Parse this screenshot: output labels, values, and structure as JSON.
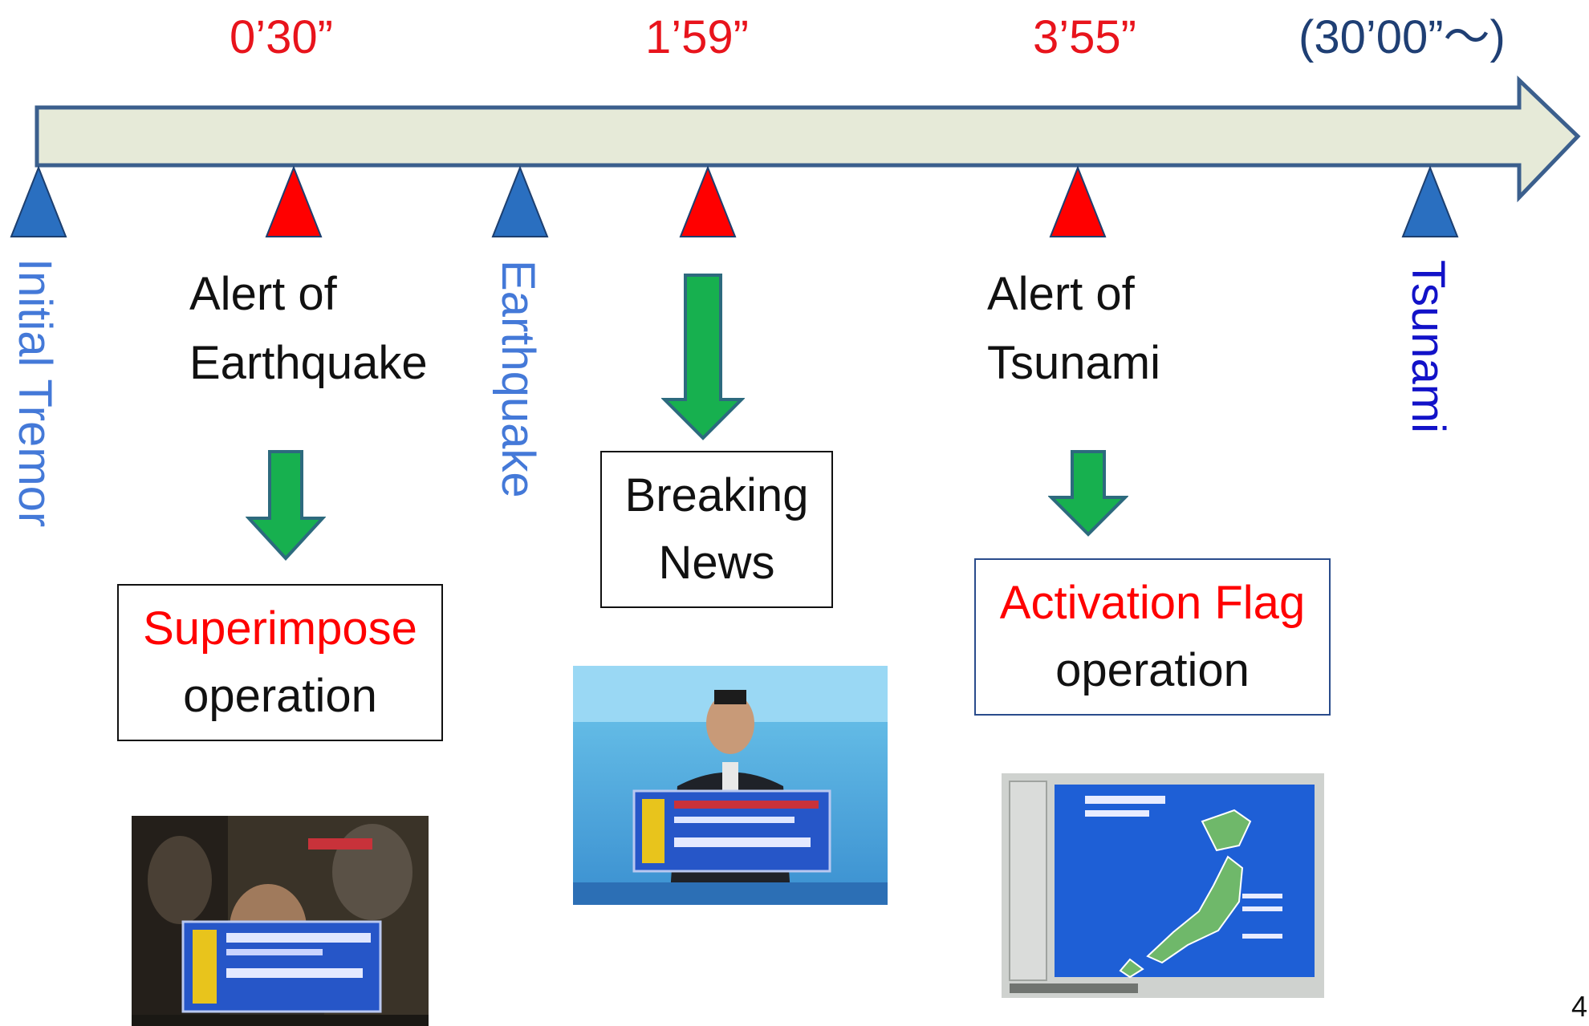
{
  "times": [
    {
      "text": "0’30”",
      "color": "#e8141c"
    },
    {
      "text": "1’59”",
      "color": "#e8141c"
    },
    {
      "text": "3’55”",
      "color": "#e8141c"
    },
    {
      "text": "(30’00”～)",
      "color": "#1f3f74"
    }
  ],
  "markers": [
    {
      "name": "initial-tremor",
      "color": "#2a6fc0"
    },
    {
      "name": "alert-of-earthquake",
      "color": "#ff0000"
    },
    {
      "name": "earthquake",
      "color": "#2a6fc0"
    },
    {
      "name": "breaking-news",
      "color": "#ff0000"
    },
    {
      "name": "alert-of-tsunami",
      "color": "#ff0000"
    },
    {
      "name": "tsunami",
      "color": "#2a6fc0"
    }
  ],
  "vertical_labels": {
    "initial_tremor": "Initial Tremor",
    "earthquake": "Earthquake",
    "tsunami": "Tsunami"
  },
  "alerts": {
    "earthquake": [
      "Alert of",
      "Earthquake"
    ],
    "tsunami": [
      "Alert of",
      "Tsunami"
    ]
  },
  "boxes": {
    "superimpose": {
      "line1": "Superimpose",
      "line2": "operation"
    },
    "breaking_news": {
      "line1": "Breaking",
      "line2": "News"
    },
    "activation_flag": {
      "line1": "Activation Flag",
      "line2": "operation"
    }
  },
  "screenshots": [
    "broadcast-superimpose-image",
    "news-anchor-image",
    "japan-tsunami-map-image"
  ],
  "page_number": "4",
  "colors": {
    "timeline_fill": "#e6ead8",
    "timeline_stroke": "#3b5f8d",
    "down_arrow_fill": "#17b04f",
    "down_arrow_stroke": "#2d6a7e",
    "alert_red": "#ff0000",
    "marker_blue": "#2a6fc0"
  }
}
